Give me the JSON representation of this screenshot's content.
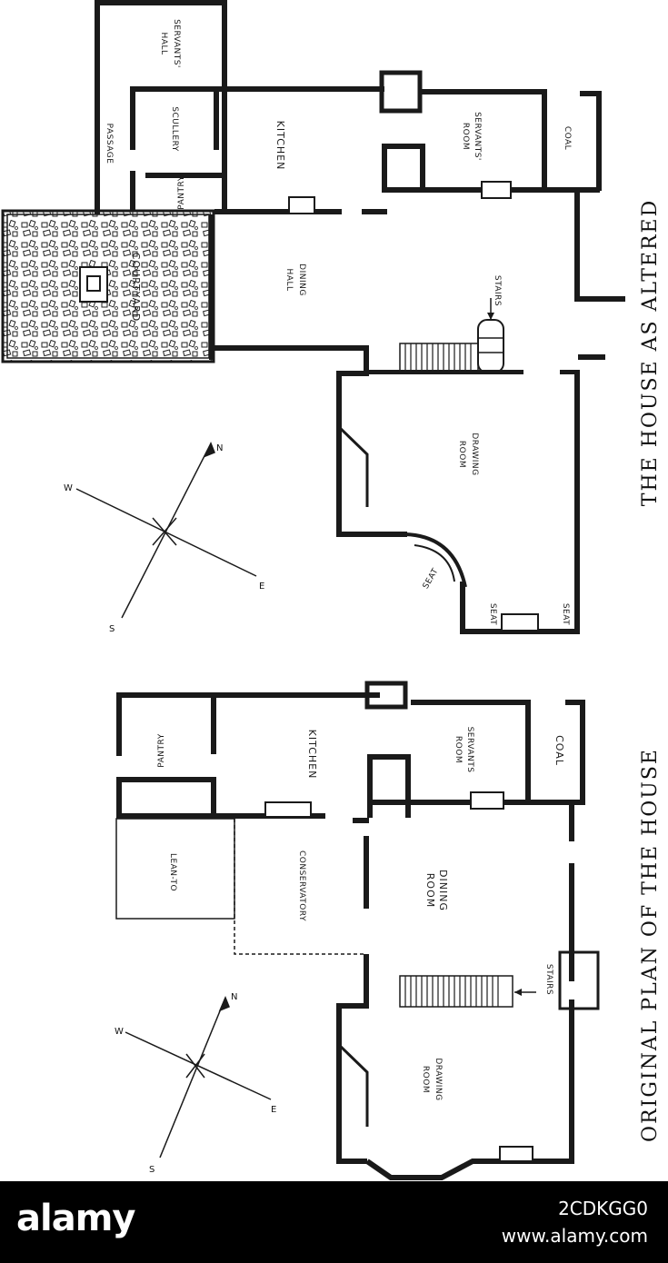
{
  "plans": {
    "altered": {
      "caption": "THE HOUSE AS ALTERED",
      "rooms": {
        "servants_hall": [
          "SERVANTS'",
          "HALL"
        ],
        "passage": "PASSAGE",
        "scullery": "SCULLERY",
        "pantry": "PANTRY",
        "kitchen": "KITCHEN",
        "servants_room": [
          "SERVANTS'",
          "ROOM"
        ],
        "coal": "COAL",
        "courtyard": "COURTYARD",
        "dining_hall": [
          "DINING",
          "HALL"
        ],
        "stairs": "STAIRS",
        "drawing_room": [
          "DRAWING",
          "ROOM"
        ],
        "seat_bow": "SEAT",
        "seat_left": "SEAT",
        "seat_right": "SEAT"
      },
      "compass": {
        "n": "N",
        "w": "W",
        "s": "S",
        "e": "E"
      }
    },
    "original": {
      "caption": "ORIGINAL PLAN OF THE HOUSE",
      "rooms": {
        "pantry": "PANTRY",
        "lean_to": "LEAN-TO",
        "kitchen": "KITCHEN",
        "conservatory": "CONSERVATORY",
        "servants_room": [
          "SERVANTS",
          "ROOM"
        ],
        "coal": "COAL",
        "dining_room": [
          "DINING",
          "ROOM"
        ],
        "stairs": "STAIRS",
        "drawing_room": [
          "DRAWING",
          "ROOM"
        ]
      },
      "compass": {
        "n": "N",
        "w": "W",
        "s": "S",
        "e": "E"
      }
    }
  },
  "watermark": {
    "brand": "alamy",
    "stock_id": "2CDKGG0",
    "url": "www.alamy.com"
  }
}
